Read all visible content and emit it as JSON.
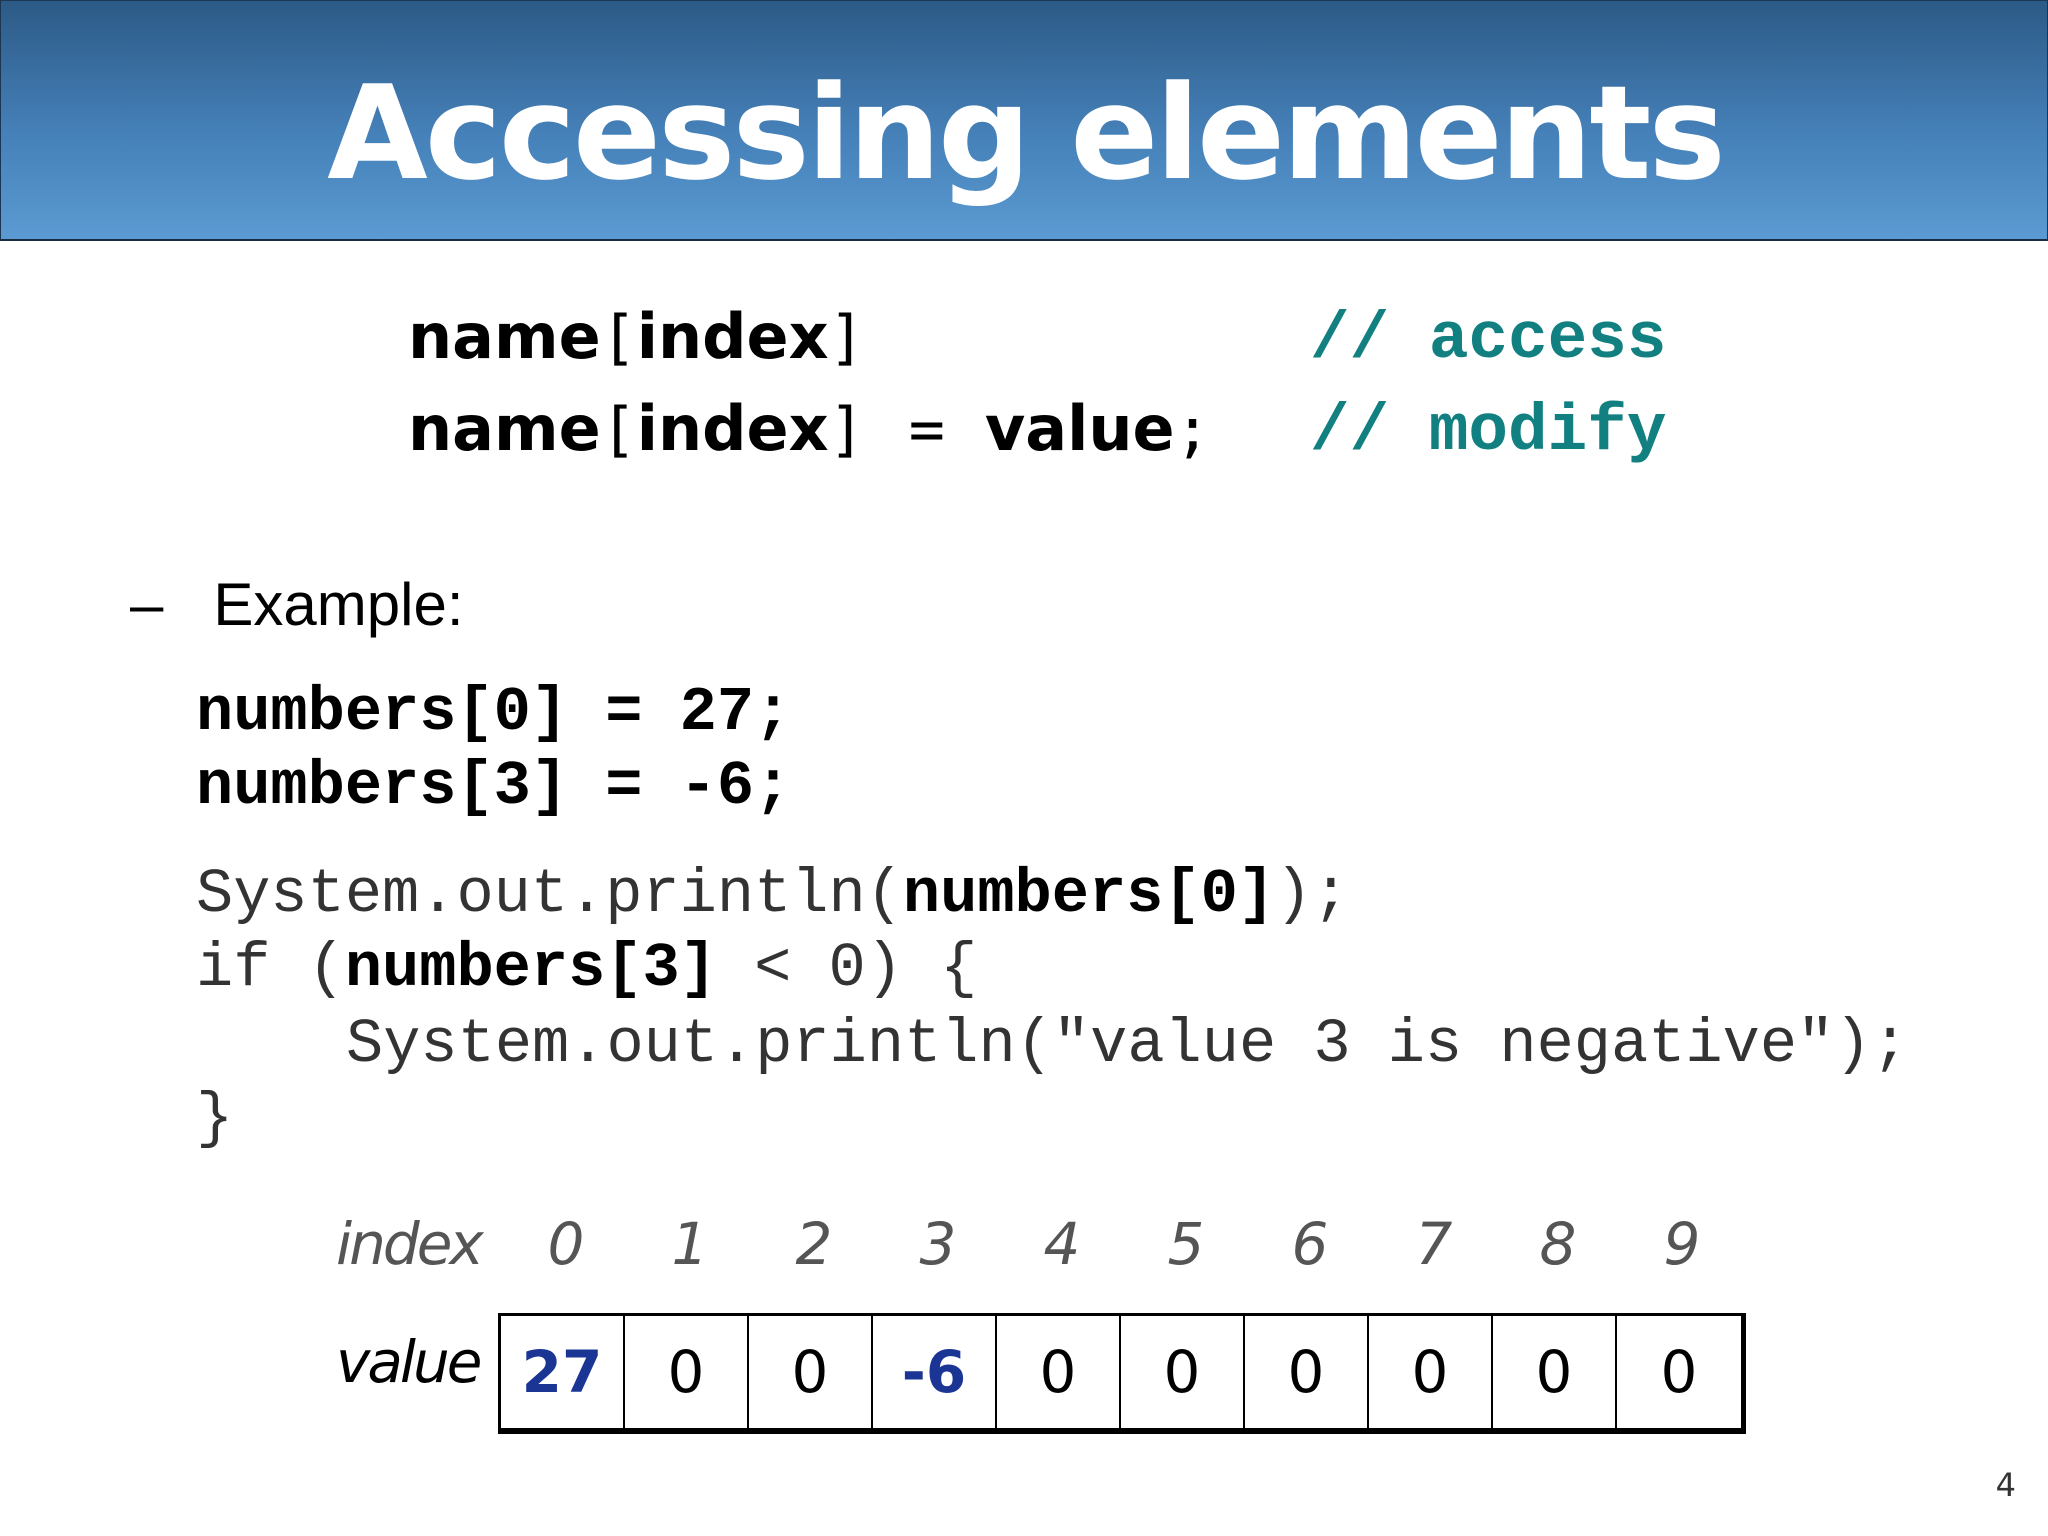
{
  "slide": {
    "title": "Accessing elements",
    "page_number": "4"
  },
  "syntax": {
    "line1": {
      "name": "name",
      "open_bracket": "[",
      "index": "index",
      "close_bracket": "]",
      "comment": "// access"
    },
    "line2": {
      "name": "name",
      "open_bracket": "[",
      "index": "index",
      "close_bracket": "]",
      "equals": "=",
      "value": "value",
      "semicolon": ";",
      "comment": "// modify"
    }
  },
  "bullet": {
    "dash": "–",
    "text": "Example:"
  },
  "code": {
    "assign1": "numbers[0] = 27;",
    "assign2": "numbers[3] = -6;",
    "print_prefix": "System.out.println(",
    "print_arg": "numbers[0]",
    "print_suffix": ");",
    "if_prefix": "if (",
    "if_arg": "numbers[3]",
    "if_suffix": " < 0) {",
    "inner_line": "System.out.println(\"value 3 is negative\");",
    "close_brace": "}"
  },
  "array": {
    "index_label": "index",
    "value_label": "value",
    "indices": [
      "0",
      "1",
      "2",
      "3",
      "4",
      "5",
      "6",
      "7",
      "8",
      "9"
    ],
    "values": [
      "27",
      "0",
      "0",
      "-6",
      "0",
      "0",
      "0",
      "0",
      "0",
      "0"
    ],
    "highlight_color": "#1a3594"
  },
  "colors": {
    "title_bar": "#4580b8",
    "comment": "#128080"
  }
}
